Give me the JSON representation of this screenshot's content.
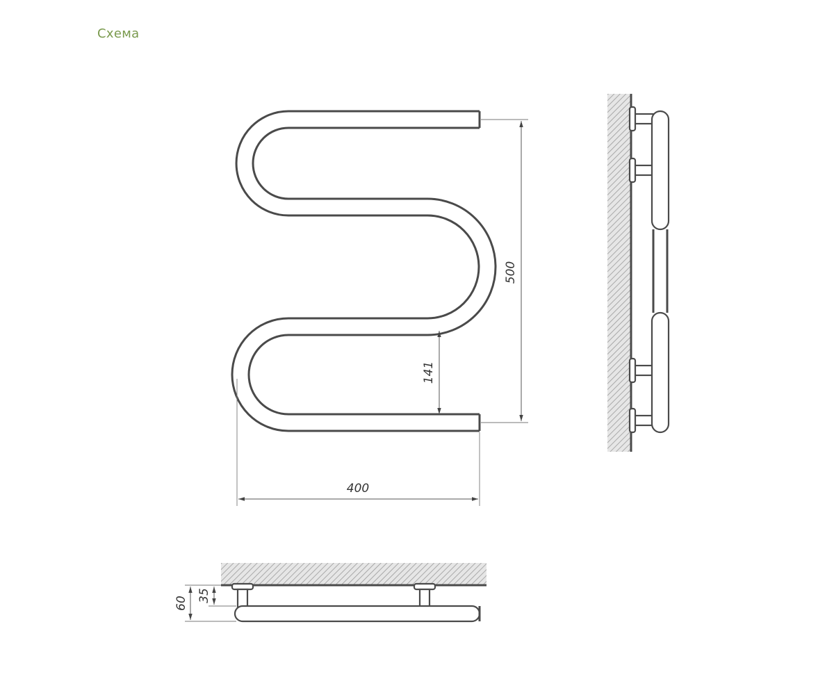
{
  "header": {
    "title": "Схема",
    "title_color": "#7a9a4e"
  },
  "dimensions": {
    "height": "500",
    "width": "400",
    "step": "141",
    "depth_total": "60",
    "depth_mount": "35"
  },
  "colors": {
    "line": "#4a4a4a",
    "hatch": "#9a9a9a",
    "wall_fill": "#e2e2e2"
  }
}
